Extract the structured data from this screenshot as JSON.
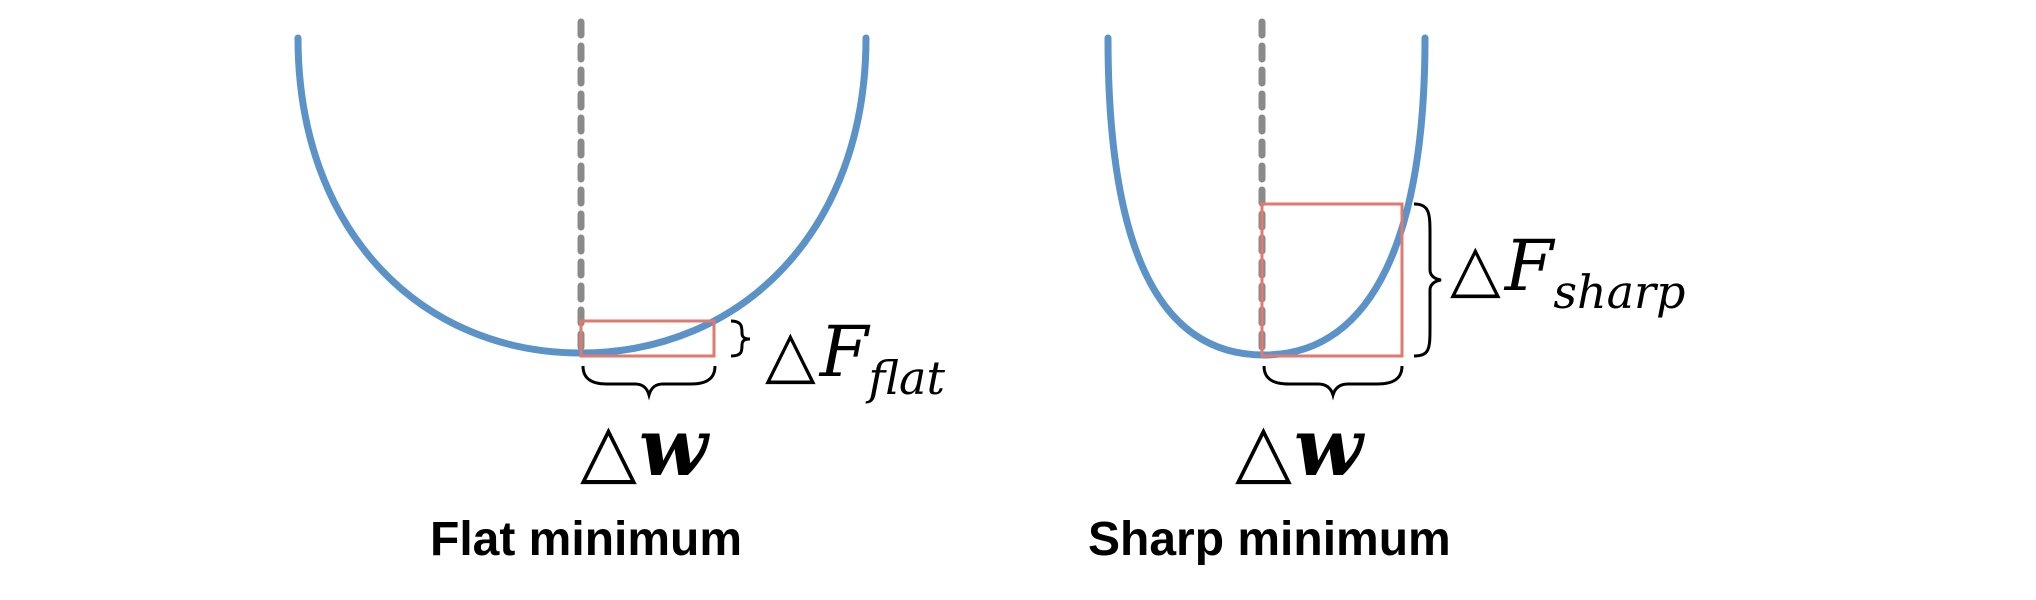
{
  "colors": {
    "curve": "#5B93C9",
    "box": "#E07A70",
    "dashed": "#8A8A8A",
    "brace": "#000000"
  },
  "panels": [
    {
      "key": "flat",
      "caption": "Flat minimum",
      "delta_symbol": "△",
      "f_symbol": "F",
      "f_subscript": "flat",
      "w_symbol": "w"
    },
    {
      "key": "sharp",
      "caption": "Sharp minimum",
      "delta_symbol": "△",
      "f_symbol": "F",
      "f_subscript": "sharp",
      "w_symbol": "w"
    }
  ]
}
